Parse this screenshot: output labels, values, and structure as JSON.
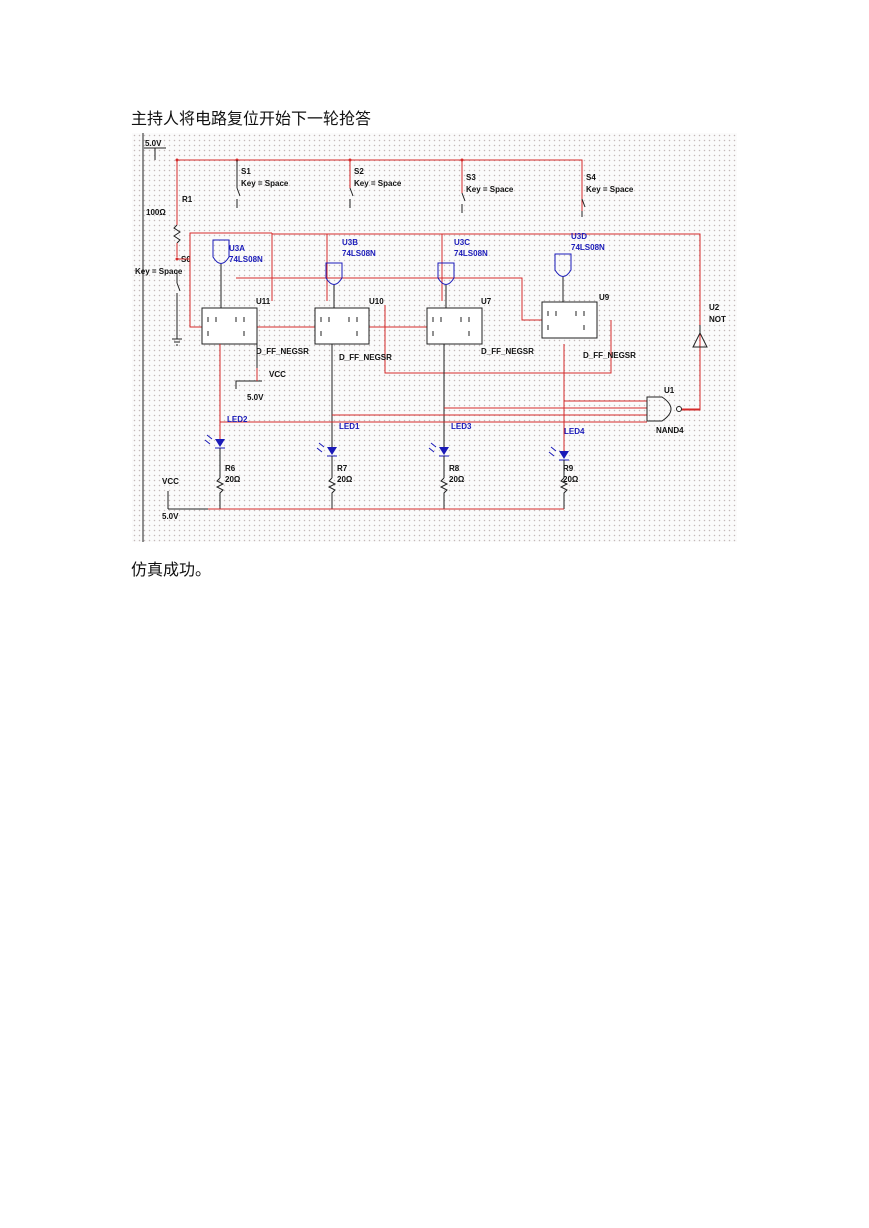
{
  "document": {
    "paragraph_before": "主持人将电路复位开始下一轮抢答",
    "paragraph_after": "仿真成功。"
  },
  "schematic": {
    "supply_top": "5.0V",
    "reset_resistor": {
      "ref": "R1",
      "value": "100Ω"
    },
    "reset_switch": {
      "ref": "S0",
      "key": "Key = Space"
    },
    "switches": [
      {
        "ref": "S1",
        "key": "Key = Space"
      },
      {
        "ref": "S2",
        "key": "Key = Space"
      },
      {
        "ref": "S3",
        "key": "Key = Space"
      },
      {
        "ref": "S4",
        "key": "Key = Space"
      }
    ],
    "and_gates": [
      {
        "ref": "U3A",
        "part": "74LS08N"
      },
      {
        "ref": "U3B",
        "part": "74LS08N"
      },
      {
        "ref": "U3C",
        "part": "74LS08N"
      },
      {
        "ref": "U3D",
        "part": "74LS08N"
      }
    ],
    "flip_flops": [
      {
        "ref": "U11",
        "part": "D_FF_NEGSR"
      },
      {
        "ref": "U10",
        "part": "D_FF_NEGSR"
      },
      {
        "ref": "U7",
        "part": "D_FF_NEGSR"
      },
      {
        "ref": "U9",
        "part": "D_FF_NEGSR"
      }
    ],
    "not_gate": {
      "ref": "U2",
      "part": "NOT"
    },
    "nand_gate": {
      "ref": "U1",
      "part": "NAND4"
    },
    "leds": [
      "LED2",
      "LED1",
      "LED3",
      "LED4"
    ],
    "resistors": [
      {
        "ref": "R6",
        "value": "20Ω"
      },
      {
        "ref": "R7",
        "value": "20Ω"
      },
      {
        "ref": "R8",
        "value": "20Ω"
      },
      {
        "ref": "R9",
        "value": "20Ω"
      }
    ],
    "vcc_mid": {
      "label": "VCC",
      "value": "5.0V"
    },
    "vcc_bottom": {
      "label": "VCC",
      "value": "5.0V"
    }
  }
}
